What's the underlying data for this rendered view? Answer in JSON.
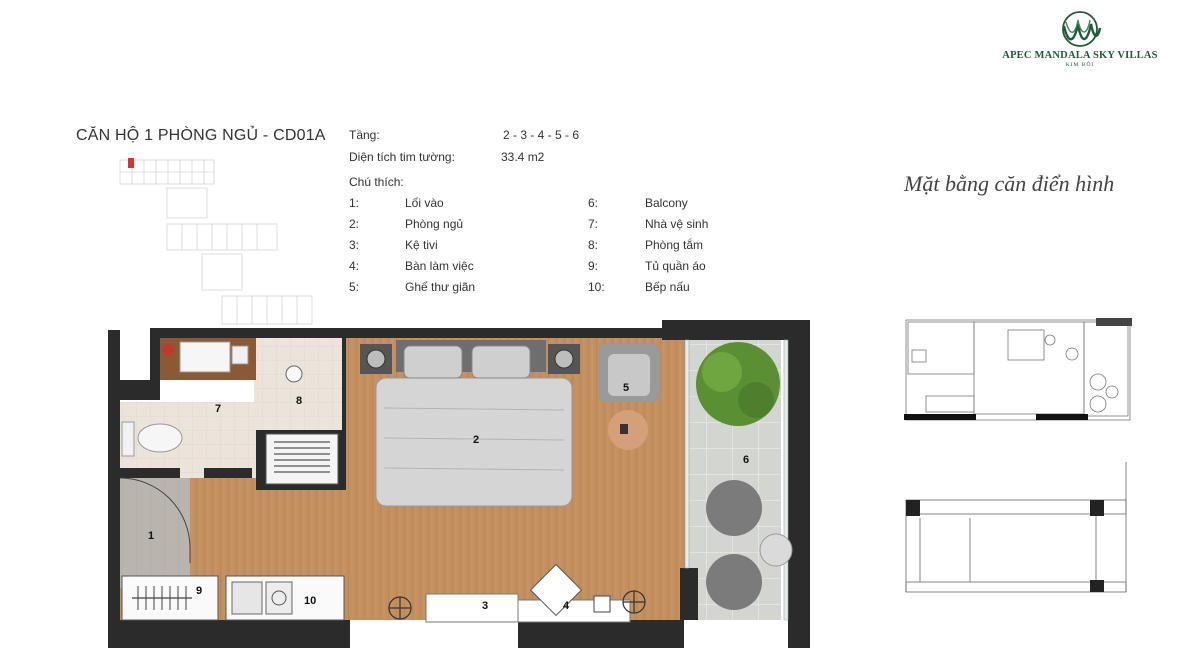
{
  "logo": {
    "brand": "APEC MANDALA SKY VILLAS",
    "sub": "KIM BÔI"
  },
  "title": "CĂN HỘ 1 PHÒNG NGỦ - CD01A",
  "info": {
    "floor_label": "Tầng:",
    "floor_value": "2 - 3 - 4 - 5 - 6",
    "area_label": "Diện tích tim tường:",
    "area_value": "33.4 m2",
    "legend_title": "Chú thích:"
  },
  "legend": [
    {
      "num": "1:",
      "text": "Lối vào"
    },
    {
      "num": "2:",
      "text": "Phòng ngủ"
    },
    {
      "num": "3:",
      "text": "Kệ tivi"
    },
    {
      "num": "4:",
      "text": "Bàn làm việc"
    },
    {
      "num": "5:",
      "text": "Ghế thư giãn"
    },
    {
      "num": "6:",
      "text": "Balcony"
    },
    {
      "num": "7:",
      "text": "Nhà vệ sinh"
    },
    {
      "num": "8:",
      "text": "Phòng tắm"
    },
    {
      "num": "9:",
      "text": "Tủ quần áo"
    },
    {
      "num": "10:",
      "text": "Bếp nấu"
    }
  ],
  "typical_plan_title": "Mặt bằng căn điển hình",
  "rooms": [
    "1",
    "2",
    "3",
    "4",
    "5",
    "6",
    "7",
    "8",
    "9",
    "10"
  ],
  "colors": {
    "brand": "#1f5a3a",
    "wall": "#2b2b2b",
    "wood": "#c48f5f",
    "tile": "#ebe4da",
    "balcony": "#d2d4cf"
  }
}
